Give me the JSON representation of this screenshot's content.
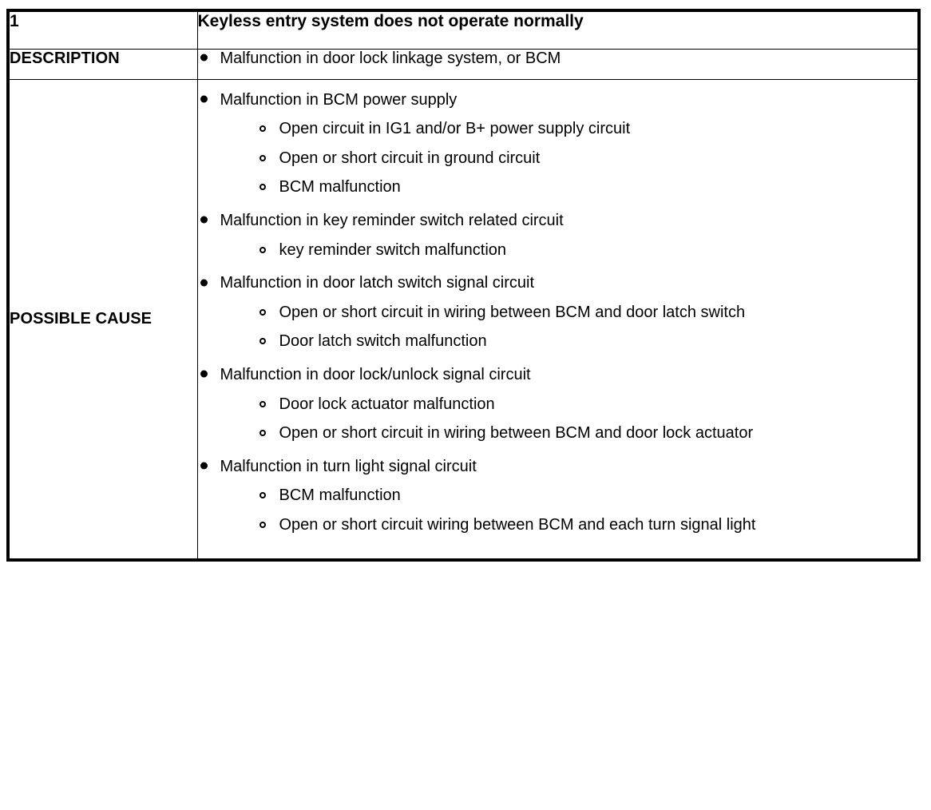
{
  "table": {
    "code": "1",
    "title": "Keyless entry system does not operate normally",
    "rows": [
      {
        "label": "DESCRIPTION",
        "items": [
          {
            "level": 1,
            "text": "Malfunction in door lock linkage system, or BCM"
          }
        ]
      },
      {
        "label": "POSSIBLE CAUSE",
        "items": [
          {
            "level": 1,
            "text": "Malfunction in BCM power supply"
          },
          {
            "level": 2,
            "text": "Open circuit in IG1 and/or B+ power supply circuit"
          },
          {
            "level": 2,
            "text": "Open or short circuit in ground circuit"
          },
          {
            "level": 2,
            "text": "BCM malfunction"
          },
          {
            "level": 1,
            "text": "Malfunction in key reminder switch related circuit"
          },
          {
            "level": 2,
            "text": "key reminder switch malfunction"
          },
          {
            "level": 1,
            "text": "Malfunction in door latch switch signal circuit"
          },
          {
            "level": 2,
            "text": "Open or short circuit in wiring between BCM and door latch switch"
          },
          {
            "level": 2,
            "text": "Door latch switch malfunction"
          },
          {
            "level": 1,
            "text": "Malfunction in door lock/unlock signal circuit"
          },
          {
            "level": 2,
            "text": "Door lock actuator malfunction"
          },
          {
            "level": 2,
            "text": "Open or short circuit in wiring between BCM and door lock actuator"
          },
          {
            "level": 1,
            "text": "Malfunction in turn light signal circuit"
          },
          {
            "level": 2,
            "text": "BCM malfunction"
          },
          {
            "level": 2,
            "text": "Open or short circuit wiring between BCM and each turn signal light"
          }
        ]
      }
    ]
  },
  "colors": {
    "rule": "#000000",
    "text": "#000000",
    "background": "#ffffff"
  }
}
